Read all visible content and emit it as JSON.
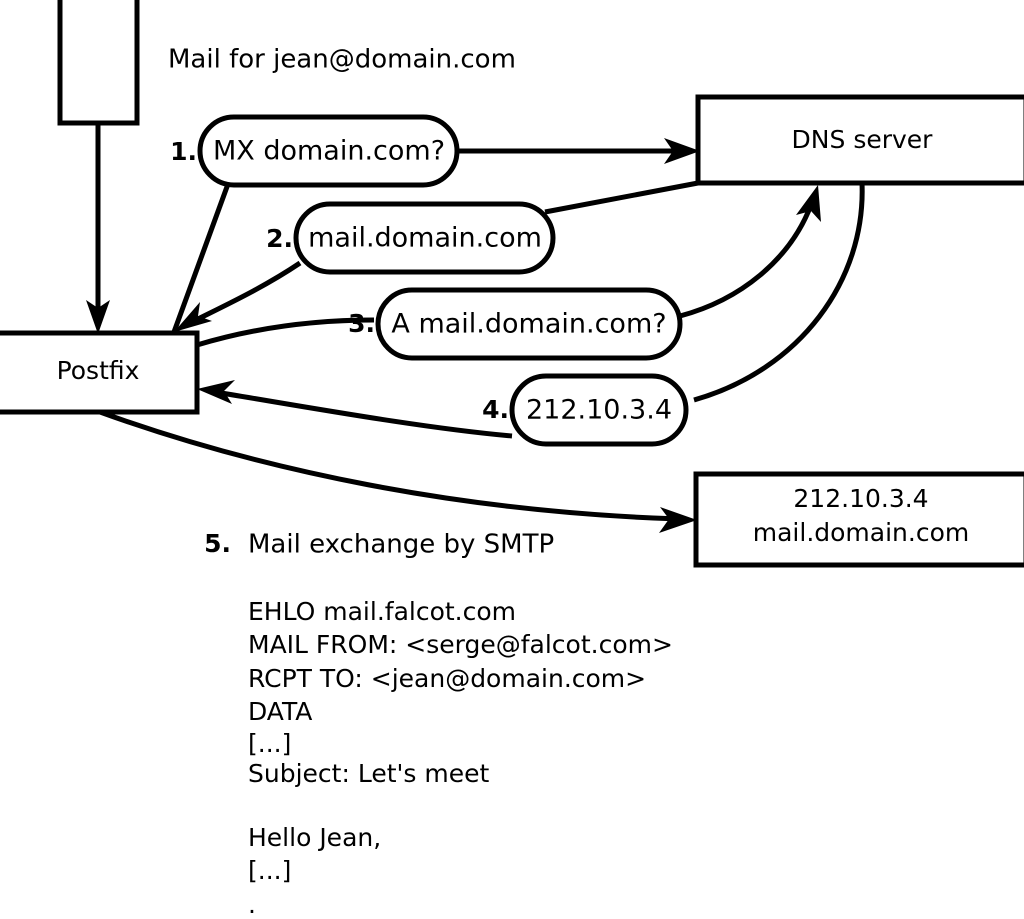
{
  "diagram": {
    "title": "Mail for jean@domain.com",
    "nodes": [
      {
        "id": "client",
        "label": "",
        "kind": "box"
      },
      {
        "id": "postfix",
        "label": "Postfix",
        "kind": "box"
      },
      {
        "id": "dns",
        "label": "DNS server",
        "kind": "box"
      },
      {
        "id": "mailserver",
        "label_line1": "212.10.3.4",
        "label_line2": "mail.domain.com",
        "kind": "box"
      }
    ],
    "steps": [
      {
        "num": "1.",
        "bubble": "MX domain.com?"
      },
      {
        "num": "2.",
        "bubble": "mail.domain.com"
      },
      {
        "num": "3.",
        "bubble": "A mail.domain.com?"
      },
      {
        "num": "4.",
        "bubble": "212.10.3.4"
      },
      {
        "num": "5.",
        "caption": "Mail exchange by SMTP"
      }
    ],
    "smtp_transcript": [
      "EHLO mail.falcot.com",
      "MAIL FROM: <serge@falcot.com>",
      "RCPT TO: <jean@domain.com>",
      "DATA",
      "[...]",
      "Subject: Let's meet",
      "",
      "Hello Jean,",
      "[...]",
      "."
    ]
  },
  "colors": {
    "stroke": "#000000",
    "fill": "#ffffff"
  }
}
